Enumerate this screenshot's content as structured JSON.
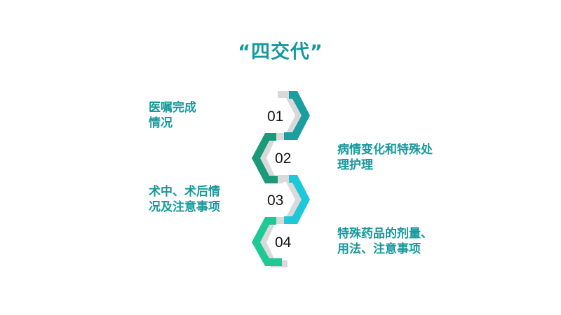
{
  "title": "“四交代”",
  "steps": [
    {
      "number": "01",
      "label_line1": "医嘱完成",
      "label_line2": "情况",
      "side": "left",
      "color": "#1a9ea0"
    },
    {
      "number": "02",
      "label_line1": "病情变化和特殊处",
      "label_line2": "理护理",
      "side": "right",
      "color": "#1a9a78"
    },
    {
      "number": "03",
      "label_line1": "术中、术后情",
      "label_line2": "况及注意事项",
      "side": "left",
      "color": "#1fc8d8"
    },
    {
      "number": "04",
      "label_line1": "特殊药品的剂量、",
      "label_line2": "用法、注意事项",
      "side": "right",
      "color": "#20c896"
    }
  ],
  "colors": {
    "title": "#16999c",
    "shadow": "#d9d9d9"
  }
}
